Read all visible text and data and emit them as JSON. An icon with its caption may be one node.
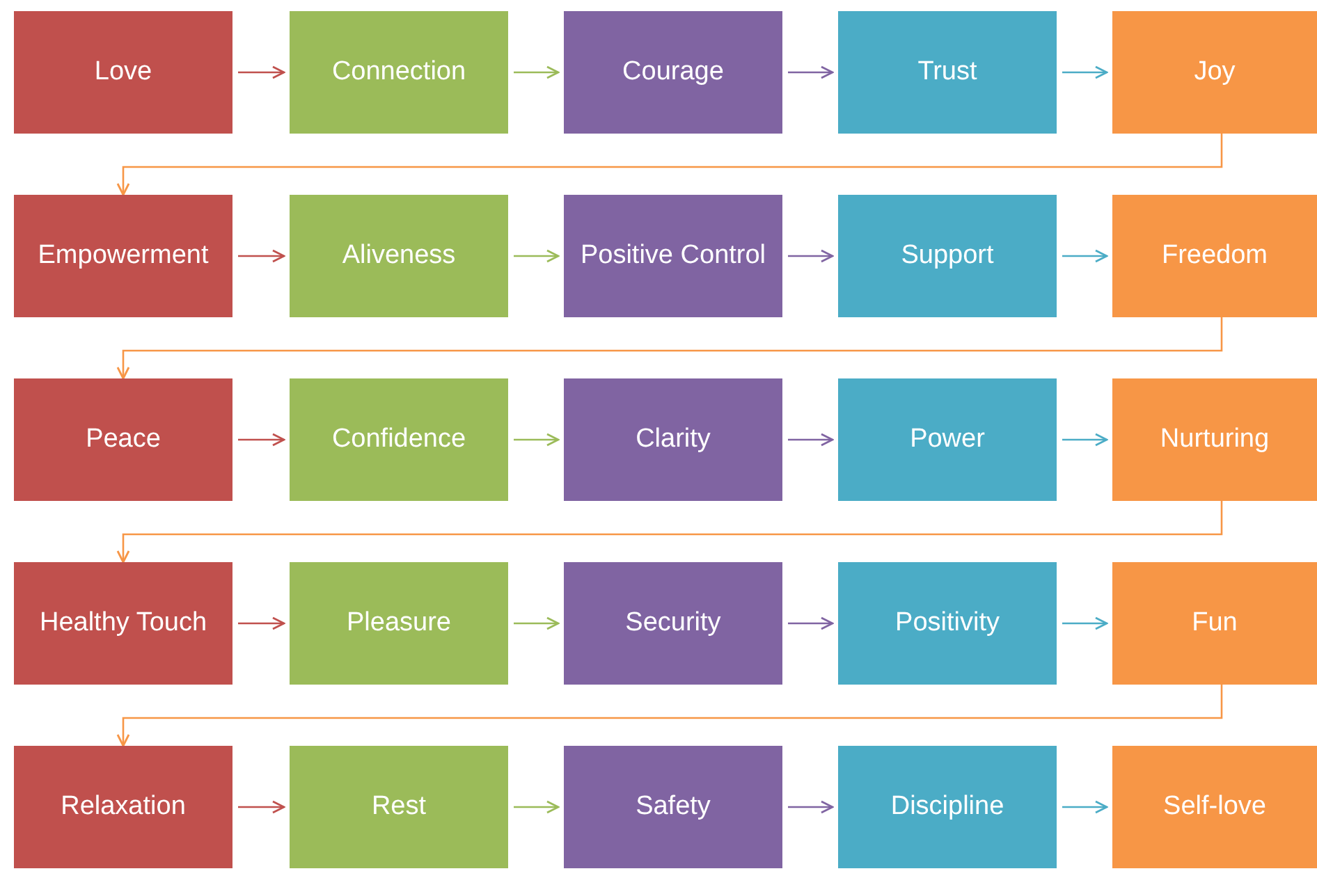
{
  "diagram": {
    "nodes": [
      {
        "text": [
          "Love"
        ]
      },
      {
        "text": [
          "Connection"
        ]
      },
      {
        "text": [
          "Courage"
        ]
      },
      {
        "text": [
          "Trust"
        ]
      },
      {
        "text": [
          "Joy"
        ]
      },
      {
        "text": [
          "Empowerment"
        ]
      },
      {
        "text": [
          "Aliveness"
        ]
      },
      {
        "text": [
          "Positive Control"
        ]
      },
      {
        "text": [
          "Support"
        ]
      },
      {
        "text": [
          "Freedom"
        ]
      },
      {
        "text": [
          "Peace"
        ]
      },
      {
        "text": [
          "Confidence"
        ]
      },
      {
        "text": [
          "Clarity"
        ]
      },
      {
        "text": [
          "Power"
        ]
      },
      {
        "text": [
          "Nurturing"
        ]
      },
      {
        "text": [
          "Healthy Touch"
        ]
      },
      {
        "text": [
          "Pleasure"
        ]
      },
      {
        "text": [
          "Security"
        ]
      },
      {
        "text": [
          "Positivity"
        ]
      },
      {
        "text": [
          "Fun"
        ]
      },
      {
        "text": [
          "Relaxation"
        ]
      },
      {
        "text": [
          "Rest"
        ]
      },
      {
        "text": [
          "Safety"
        ]
      },
      {
        "text": [
          "Discipline"
        ]
      },
      {
        "text": [
          "Self-love"
        ]
      }
    ],
    "edges": [
      {
        "from": 0,
        "to": 1,
        "arrow": "to",
        "color": "#c0504d"
      },
      {
        "from": 1,
        "to": 2,
        "arrow": "to",
        "color": "#9bbb59"
      },
      {
        "from": 2,
        "to": 3,
        "arrow": "to",
        "color": "#8064a2"
      },
      {
        "from": 3,
        "to": 4,
        "arrow": "to",
        "color": "#4bacc6"
      },
      {
        "from": 4,
        "to": 5,
        "arrow": "to",
        "color": "#f79646"
      },
      {
        "from": 5,
        "to": 6,
        "arrow": "to",
        "color": "#c0504d"
      },
      {
        "from": 6,
        "to": 7,
        "arrow": "to",
        "color": "#9bbb59"
      },
      {
        "from": 7,
        "to": 8,
        "arrow": "to",
        "color": "#8064a2"
      },
      {
        "from": 8,
        "to": 9,
        "arrow": "to",
        "color": "#4bacc6"
      },
      {
        "from": 9,
        "to": 10,
        "arrow": "to",
        "color": "#f79646"
      },
      {
        "from": 10,
        "to": 11,
        "arrow": "to",
        "color": "#c0504d"
      },
      {
        "from": 11,
        "to": 12,
        "arrow": "to",
        "color": "#9bbb59"
      },
      {
        "from": 12,
        "to": 13,
        "arrow": "to",
        "color": "#8064a2"
      },
      {
        "from": 13,
        "to": 14,
        "arrow": "to",
        "color": "#4bacc6"
      },
      {
        "from": 14,
        "to": 15,
        "arrow": "to",
        "color": "#f79646"
      },
      {
        "from": 15,
        "to": 16,
        "arrow": "to",
        "color": "#c0504d"
      },
      {
        "from": 16,
        "to": 17,
        "arrow": "to",
        "color": "#9bbb59"
      },
      {
        "from": 17,
        "to": 18,
        "arrow": "to",
        "color": "#8064a2"
      },
      {
        "from": 18,
        "to": 19,
        "arrow": "to",
        "color": "#4bacc6"
      },
      {
        "from": 19,
        "to": 20,
        "arrow": "to",
        "color": "#f79646"
      },
      {
        "from": 20,
        "to": 21,
        "arrow": "to",
        "color": "#c0504d"
      },
      {
        "from": 21,
        "to": 22,
        "arrow": "to",
        "color": "#9bbb59"
      },
      {
        "from": 22,
        "to": 23,
        "arrow": "to",
        "color": "#8064a2"
      },
      {
        "from": 23,
        "to": 24,
        "arrow": "to",
        "color": "#4bacc6"
      }
    ]
  }
}
